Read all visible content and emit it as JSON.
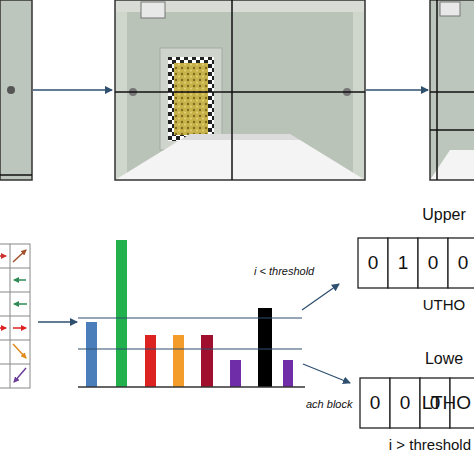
{
  "diagram": {
    "labels": [
      "Upper",
      "0",
      "1",
      "0",
      "0",
      "UTHO",
      "Lowe",
      "0",
      "0",
      "0",
      "LTHO",
      "i > threshold",
      "i < threshold",
      "ach block"
    ]
  }
}
